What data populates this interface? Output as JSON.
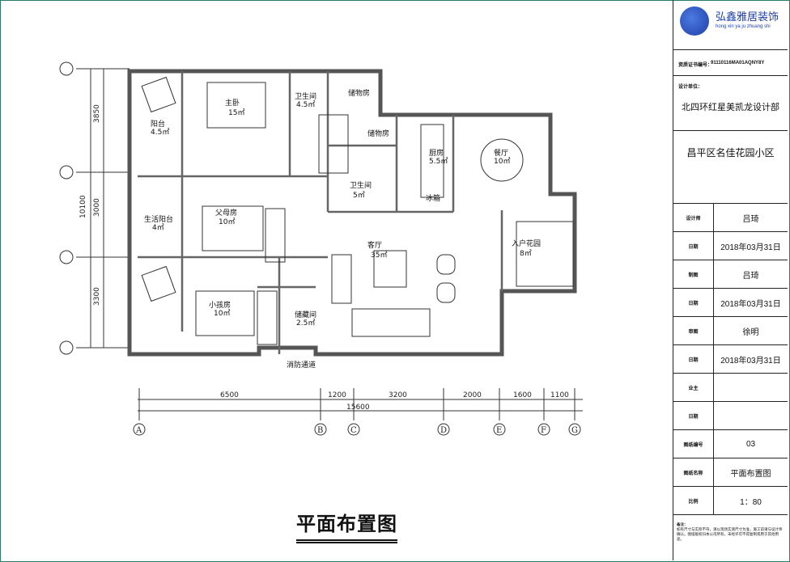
{
  "drawing": {
    "title": "平面布置图",
    "total_dimension": "15600",
    "horizontal_dimensions": [
      "6500",
      "1200",
      "3200",
      "2000",
      "1600",
      "1100"
    ],
    "horizontal_axes": [
      "A",
      "B",
      "C",
      "D",
      "E",
      "F",
      "G"
    ],
    "vertical_dimensions": [
      "3850",
      "3000",
      "3300"
    ],
    "vertical_total": "10100",
    "rooms": [
      {
        "name": "阳台",
        "area": "4.5㎡"
      },
      {
        "name": "主卧",
        "area": "15㎡"
      },
      {
        "name": "卫生间",
        "area": "4.5㎡"
      },
      {
        "name": "储物房",
        "area": ""
      },
      {
        "name": "储物房",
        "area": ""
      },
      {
        "name": "厨房",
        "area": "5.5㎡"
      },
      {
        "name": "餐厅",
        "area": "10㎡"
      },
      {
        "name": "卫生间",
        "area": "5㎡"
      },
      {
        "name": "冰箱",
        "area": ""
      },
      {
        "name": "生活阳台",
        "area": "4㎡"
      },
      {
        "name": "父母房",
        "area": "10㎡"
      },
      {
        "name": "客厅",
        "area": "35㎡"
      },
      {
        "name": "入户花园",
        "area": "8㎡"
      },
      {
        "name": "小孩房",
        "area": "10㎡"
      },
      {
        "name": "储藏间",
        "area": "2.5㎡"
      },
      {
        "name": "消防通道",
        "area": ""
      }
    ]
  },
  "title_block": {
    "company_name": "弘鑫雅居装饰",
    "company_pinyin": "hong xin ya ju zhuang shi",
    "credit_code_label": "资质证书编号：",
    "credit_code": "91110116MA01AQNY8Y",
    "designer_org_label": "设计单位：",
    "designer_org": "北四环红星美凯龙设计部",
    "project": "昌平区名佳花园小区",
    "rows": [
      {
        "label": "设计师",
        "value": "吕琦"
      },
      {
        "label": "日期",
        "value": "2018年03月31日"
      },
      {
        "label": "制图",
        "value": "吕琦"
      },
      {
        "label": "日期",
        "value": "2018年03月31日"
      },
      {
        "label": "审图",
        "value": "徐明"
      },
      {
        "label": "日期",
        "value": "2018年03月31日"
      },
      {
        "label": "业主",
        "value": ""
      },
      {
        "label": "日期",
        "value": ""
      },
      {
        "label": "图纸编号",
        "value": "03"
      },
      {
        "label": "图纸名称",
        "value": "平面布置图"
      },
      {
        "label": "比例",
        "value": "1：80"
      }
    ],
    "notes_label": "备注：",
    "notes_text": "如有尺寸与实际不符，请以现场实测尺寸为准，施工前请与设计师确认。图纸版权归本公司所有，未经许可不得复制或用于其他用途。"
  },
  "colors": {
    "accent": "#1d3ea6",
    "wall": "#555555",
    "frame": "#2a7a66"
  }
}
